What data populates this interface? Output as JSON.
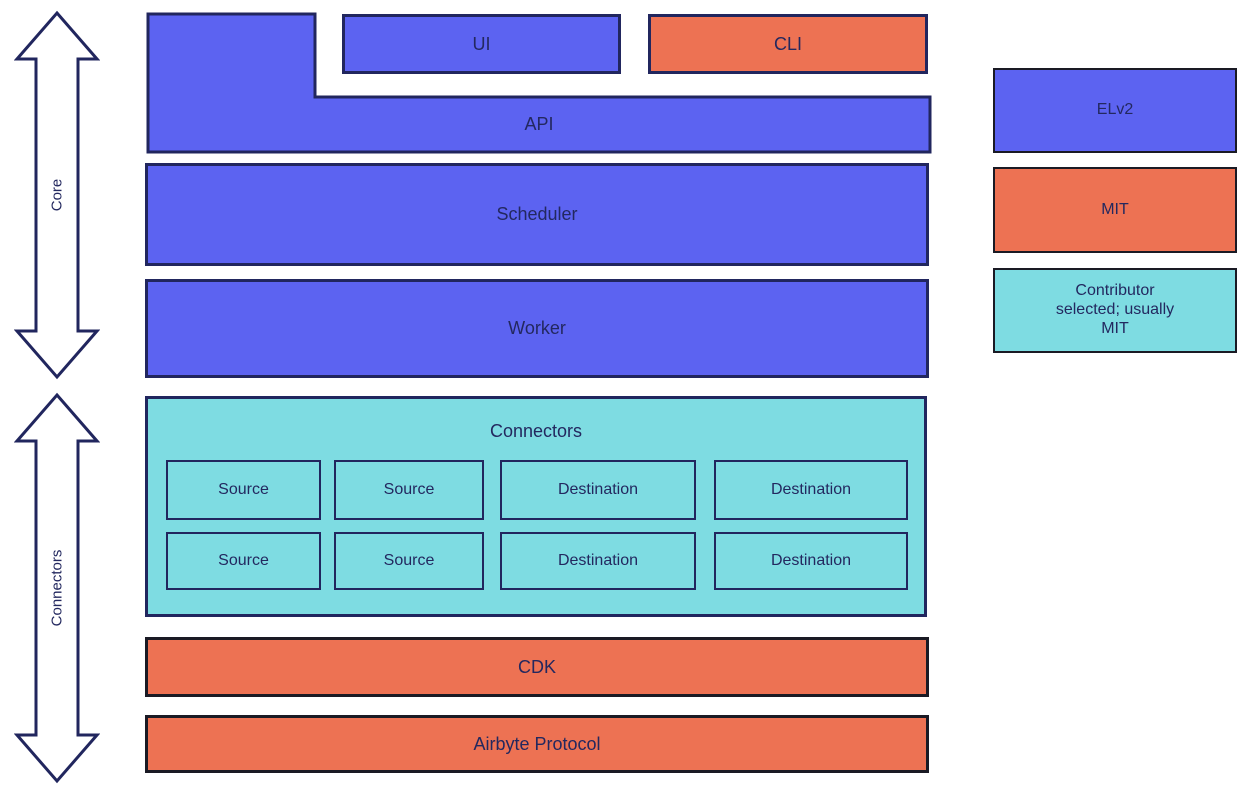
{
  "colors": {
    "blue": "#5C63F1",
    "orange": "#ED7253",
    "teal": "#7EDCE2",
    "outline": "#21265E",
    "text": "#23285F",
    "dark": "#1A1A24"
  },
  "arrows": [
    {
      "label": "Core"
    },
    {
      "label": "Connectors"
    }
  ],
  "blocks": {
    "ui": "UI",
    "cli": "CLI",
    "api": "API",
    "scheduler": "Scheduler",
    "worker": "Worker",
    "connectors": {
      "title": "Connectors",
      "rows": [
        [
          "Source",
          "Source",
          "Destination",
          "Destination"
        ],
        [
          "Source",
          "Source",
          "Destination",
          "Destination"
        ]
      ]
    },
    "cdk": "CDK",
    "protocol": "Airbyte Protocol"
  },
  "legend": [
    {
      "label": "ELv2",
      "color": "blue"
    },
    {
      "label": "MIT",
      "color": "orange"
    },
    {
      "label": "Contributor selected; usually MIT",
      "color": "teal"
    }
  ]
}
